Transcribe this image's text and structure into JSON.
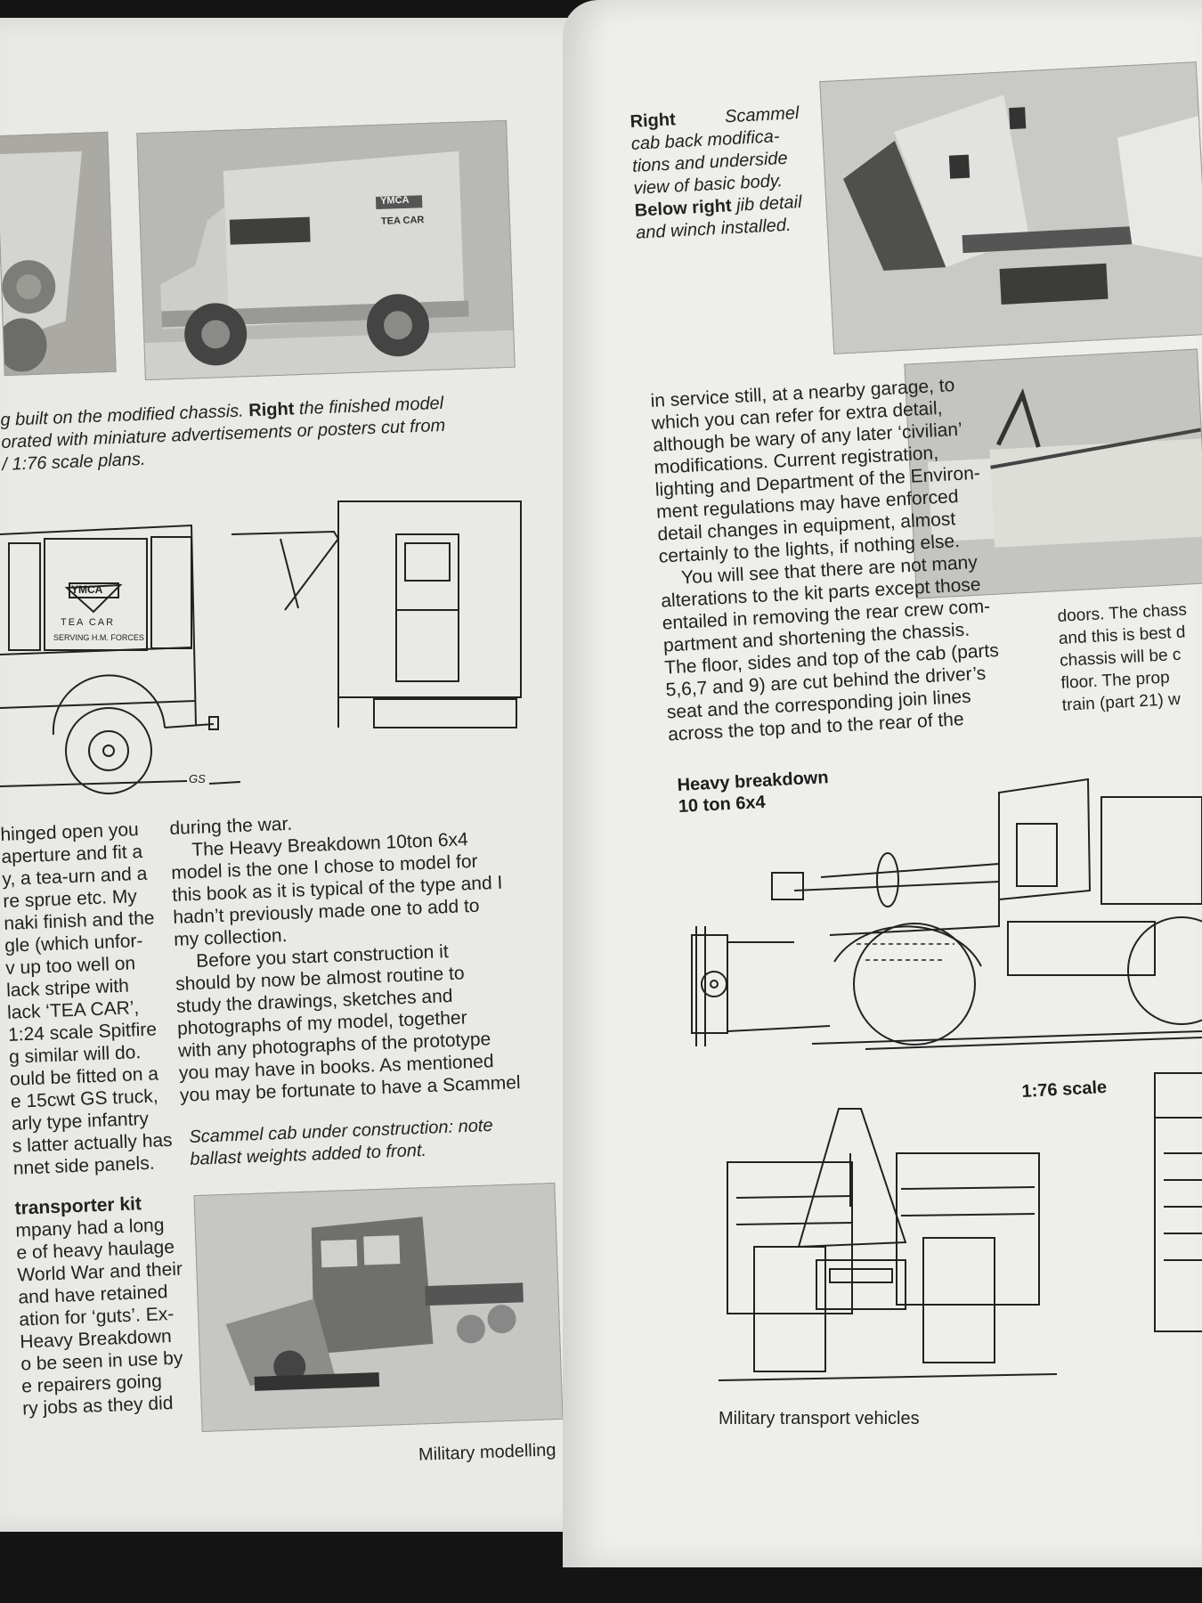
{
  "left_page": {
    "caption_top": {
      "line1_prefix": "g built on the modified chassis.",
      "line1_bold": "Right",
      "line1_suffix": "the finished model",
      "line2": "orated with miniature advertisements or posters cut from",
      "line3": "/ 1:76 scale plans."
    },
    "photo_sign": {
      "line1": "YMCA",
      "line2": "TEA CAR"
    },
    "drawing_sign": {
      "logo": "YMCA",
      "line1": "TEA CAR",
      "line2": "SERVING H.M. FORCES",
      "signature": "GS"
    },
    "col1_lines": [
      "hinged open you",
      "aperture and fit a",
      "y, a tea-urn and a",
      "re sprue etc. My",
      "naki finish and the",
      "gle (which unfor-",
      "v up too well on",
      "lack stripe with",
      "lack ‘TEA CAR’,",
      "1:24 scale Spitfire",
      "g similar will do.",
      "ould be fitted on a",
      "e 15cwt GS truck,",
      "arly type infantry",
      "s latter actually has",
      "nnet side panels."
    ],
    "col1_heading": "transporter kit",
    "col1b_lines": [
      "mpany had a long",
      "e of heavy haulage",
      "World War and their",
      "and have retained",
      "ation for ‘guts’. Ex-",
      "Heavy Breakdown",
      "o be seen in use by",
      "e repairers going",
      "ry jobs as they did"
    ],
    "col2_lines": [
      "during the war.",
      "The Heavy Breakdown 10ton 6x4",
      "model is the one I chose to model for",
      "this book as it is typical of the type and I",
      "hadn’t previously made one to add to",
      "my collection.",
      "Before you start construction it",
      "should by now be almost routine to",
      "study the drawings, sketches and",
      "photographs of my model, together",
      "with any photographs of the prototype",
      "you may have in books. As mentioned",
      "you may be fortunate to have a Scammel"
    ],
    "caption_bottom": {
      "line1": "Scammel cab under construction: note",
      "line2": "ballast weights added to front."
    },
    "footer": "Military modelling"
  },
  "right_page": {
    "caption_top": {
      "bold1": "Right",
      "line1_rest": "Scammel",
      "line2": "cab back modifica-",
      "line3": "tions and underside",
      "line4": "view of basic body.",
      "bold2": "Below right",
      "line5_rest": "jib detail",
      "line6": "and winch installed."
    },
    "col1_lines": [
      "in service still, at a nearby garage, to",
      "which you can refer for extra detail,",
      "although be wary of any later ‘civilian’",
      "modifications. Current registration,",
      "lighting and Department of the Environ-",
      "ment regulations may have enforced",
      "detail changes in equipment, almost",
      "certainly to the lights, if nothing else.",
      "You will see that there are not many",
      "alterations to the kit parts except those",
      "entailed in removing the rear crew com-",
      "partment and shortening the chassis.",
      "The floor, sides and top of the cab (parts",
      "5,6,7 and 9) are cut behind the driver’s",
      "seat and the corresponding join lines",
      "across the top and to the rear of the"
    ],
    "col2_lines": [
      "doors. The chass",
      "and this is best d",
      "chassis will be c",
      "floor. The prop",
      "train (part 21) w"
    ],
    "drawing_title": {
      "line1": "Heavy breakdown",
      "line2": "10 ton 6x4"
    },
    "scale_label": "1:76 scale",
    "footer": "Military transport vehicles"
  }
}
